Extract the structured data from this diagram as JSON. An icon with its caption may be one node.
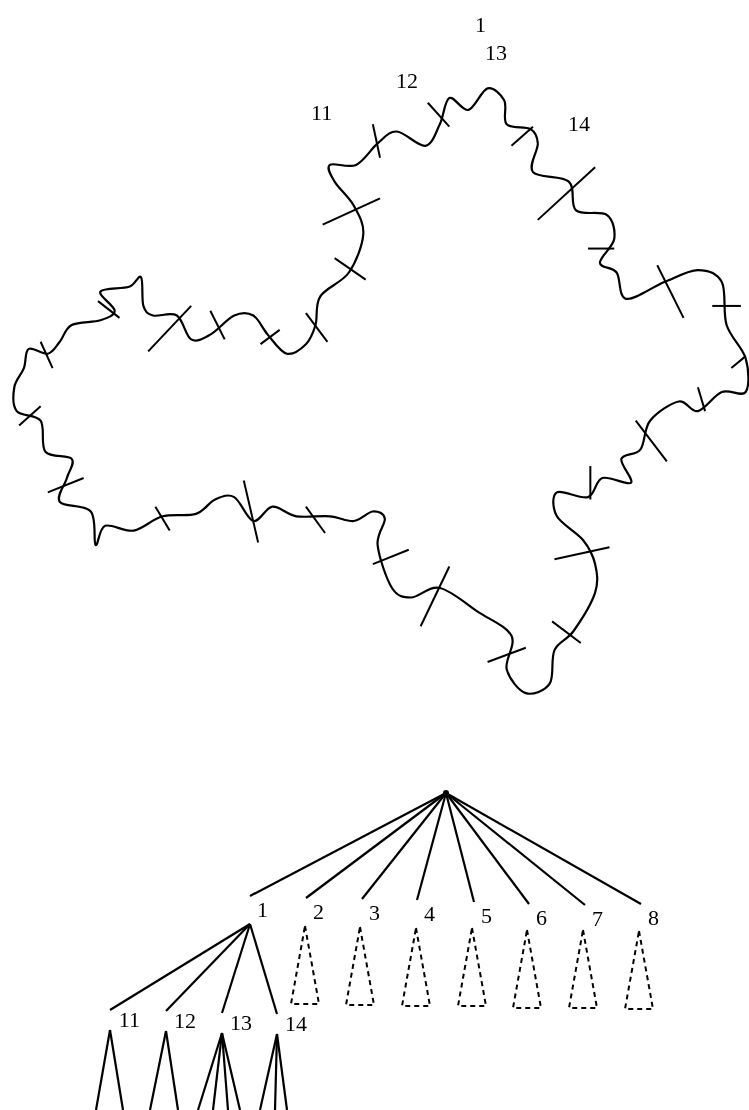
{
  "diagram": {
    "nodes": [
      {
        "text": [],
        "shape": "dot"
      },
      {
        "text": [
          "1"
        ]
      },
      {
        "text": [
          "2"
        ]
      },
      {
        "text": [
          "3"
        ]
      },
      {
        "text": [
          "4"
        ]
      },
      {
        "text": [
          "5"
        ]
      },
      {
        "text": [
          "6"
        ]
      },
      {
        "text": [
          "7"
        ]
      },
      {
        "text": [
          "8"
        ]
      },
      {
        "text": [],
        "shape": "triangle"
      },
      {
        "text": [],
        "shape": "triangle"
      },
      {
        "text": [],
        "shape": "triangle"
      },
      {
        "text": [],
        "shape": "triangle"
      },
      {
        "text": [],
        "shape": "triangle"
      },
      {
        "text": [],
        "shape": "triangle"
      },
      {
        "text": [],
        "shape": "triangle"
      },
      {
        "text": [
          "11"
        ]
      },
      {
        "text": [
          "12"
        ]
      },
      {
        "text": [
          "13"
        ]
      },
      {
        "text": [
          "14"
        ]
      }
    ],
    "edges": [
      {
        "from": 0,
        "to": 1,
        "arrow": "none"
      },
      {
        "from": 0,
        "to": 2,
        "arrow": "none"
      },
      {
        "from": 0,
        "to": 3,
        "arrow": "none"
      },
      {
        "from": 0,
        "to": 4,
        "arrow": "none"
      },
      {
        "from": 0,
        "to": 5,
        "arrow": "none"
      },
      {
        "from": 0,
        "to": 6,
        "arrow": "none"
      },
      {
        "from": 0,
        "to": 7,
        "arrow": "none"
      },
      {
        "from": 0,
        "to": 8,
        "arrow": "none"
      },
      {
        "from": 1,
        "to": 16,
        "arrow": "none"
      },
      {
        "from": 1,
        "to": 17,
        "arrow": "none"
      },
      {
        "from": 1,
        "to": 18,
        "arrow": "none"
      },
      {
        "from": 1,
        "to": 19,
        "arrow": "none"
      },
      {
        "from": 16,
        "to": null,
        "arrow": "none"
      },
      {
        "from": 16,
        "to": null,
        "arrow": "none"
      },
      {
        "from": 17,
        "to": null,
        "arrow": "none"
      },
      {
        "from": 17,
        "to": null,
        "arrow": "none"
      },
      {
        "from": 18,
        "to": null,
        "arrow": "none"
      },
      {
        "from": 18,
        "to": null,
        "arrow": "none"
      },
      {
        "from": 18,
        "to": null,
        "arrow": "none"
      },
      {
        "from": 18,
        "to": null,
        "arrow": "none"
      },
      {
        "from": 19,
        "to": null,
        "arrow": "none"
      },
      {
        "from": 19,
        "to": null,
        "arrow": "none"
      },
      {
        "from": 19,
        "to": null,
        "arrow": "none"
      }
    ],
    "labels": [
      "1",
      "13",
      "12",
      "11",
      "14"
    ]
  }
}
